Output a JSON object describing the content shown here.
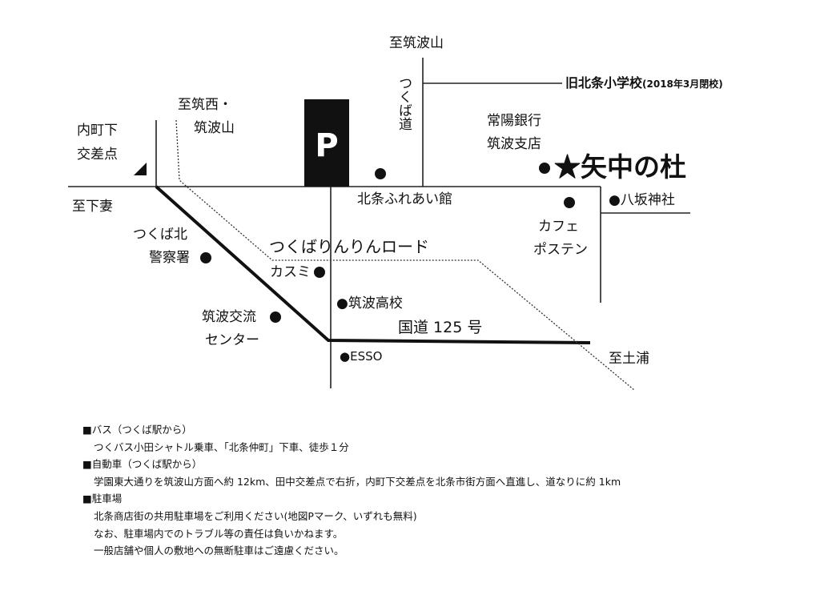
{
  "map": {
    "labels": {
      "tsukubasan": "至筑波山",
      "tsukuba_michi": "つくば道",
      "old_school": "旧北条小学校",
      "old_school_note": "(2018年3月閉校)",
      "chikusei_1": "至筑西・",
      "chikusei_2": "筑波山",
      "uchimachi_1": "内町下",
      "uchimachi_2": "交差点",
      "shimotsuma": "至下妻",
      "parking": "P",
      "joyo_1": "常陽銀行",
      "joyo_2": "筑波支店",
      "destination": "★矢中の杜",
      "fureai": "北条ふれあい館",
      "yasaka": "●八坂神社",
      "cafe_1": "カフェ",
      "cafe_2": "ポステン",
      "police_1": "つくば北",
      "police_2": "警察署",
      "rinrin": "つくばりんりんロード",
      "kasumi": "カスミ",
      "high_school": "●筑波高校",
      "center_1": "筑波交流",
      "center_2": "センター",
      "route125": "国道 125 号",
      "esso": "●ESSO",
      "tsuchiura": "至土浦"
    }
  },
  "notes": {
    "bus_title": "■バス（つくば駅から）",
    "bus_text": "つくバス小田シャトル乗車、「北条仲町」下車、徒歩１分",
    "car_title": "■自動車（つくば駅から）",
    "car_text": "学園東大通りを筑波山方面へ約 12km、田中交差点で右折，内町下交差点を北条市街方面へ直進し、道なりに約 1km",
    "parking_title": "■駐車場",
    "parking_text_1": "北条商店街の共用駐車場をご利用ください(地図Pマーク、いずれも無料)",
    "parking_text_2": "なお、駐車場内でのトラブル等の責任は負いかねます。",
    "parking_text_3": "一般店舗や個人の敷地への無断駐車はご遠慮ください。"
  }
}
